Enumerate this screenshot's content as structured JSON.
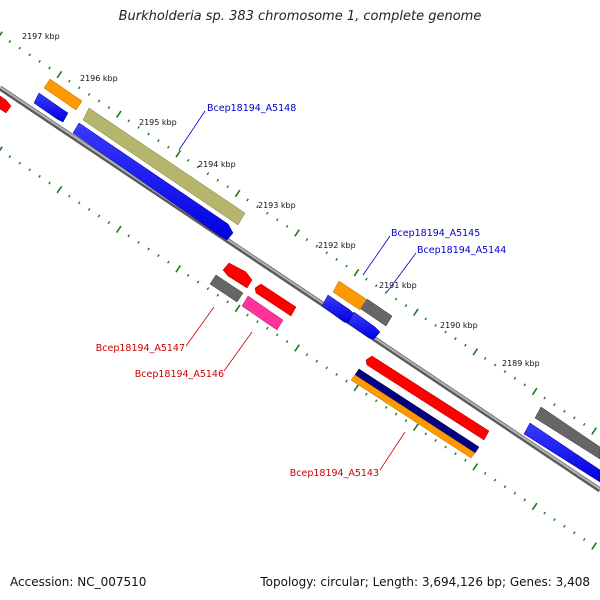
{
  "title": "Burkholderia sp. 383 chromosome 1, complete genome",
  "footer": {
    "accession": "Accession: NC_007510",
    "summary": "Topology: circular; Length: 3,694,126 bp; Genes: 3,408"
  },
  "scale_labels": [
    "2197 kbp",
    "2196 kbp",
    "2195 kbp",
    "2194 kbp",
    "2193 kbp",
    "2192 kbp",
    "2191 kbp",
    "2190 kbp",
    "2189 kbp"
  ],
  "gene_labels": {
    "plus": [
      "Bcep18194_A5148",
      "Bcep18194_A5145",
      "Bcep18194_A5144"
    ],
    "minus": [
      "Bcep18194_A5147",
      "Bcep18194_A5146",
      "Bcep18194_A5143"
    ]
  },
  "colors": {
    "backbone": "#808080",
    "scale_ticks": "#1e7a1e",
    "plus_label": "#0000cc",
    "minus_label": "#cc0000",
    "red": "#ff0000",
    "blue": "#0000ff",
    "orange": "#ff9900",
    "gray": "#666666",
    "olive": "#b5b56e",
    "magenta": "#ff3399",
    "navy": "#000080"
  }
}
